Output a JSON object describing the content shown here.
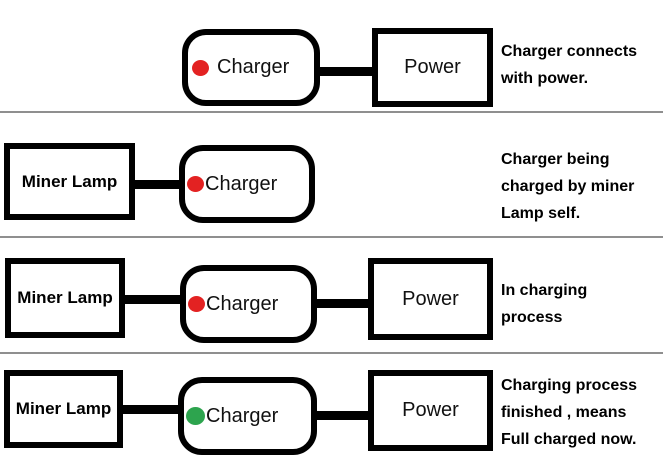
{
  "colors": {
    "red_led": "#e32222",
    "green_led": "#2da44e",
    "separator": "#8f8f8f",
    "box_border": "#000000",
    "background": "#ffffff"
  },
  "rows": [
    {
      "charger_label": "Charger",
      "power_label": "Power",
      "led": "red",
      "caption_lines": [
        "Charger connects",
        "with power."
      ]
    },
    {
      "miner_lamp_label": "Miner Lamp",
      "charger_label": "Charger",
      "led": "red",
      "caption_lines": [
        "Charger being",
        "charged by miner",
        "Lamp self."
      ]
    },
    {
      "miner_lamp_label": "Miner Lamp",
      "charger_label": "Charger",
      "power_label": "Power",
      "led": "red",
      "caption_lines": [
        "In charging",
        "process"
      ]
    },
    {
      "miner_lamp_label": "Miner Lamp",
      "charger_label": "Charger",
      "power_label": "Power",
      "led": "green",
      "caption_lines": [
        "Charging process",
        "finished , means",
        "Full charged now."
      ]
    }
  ]
}
